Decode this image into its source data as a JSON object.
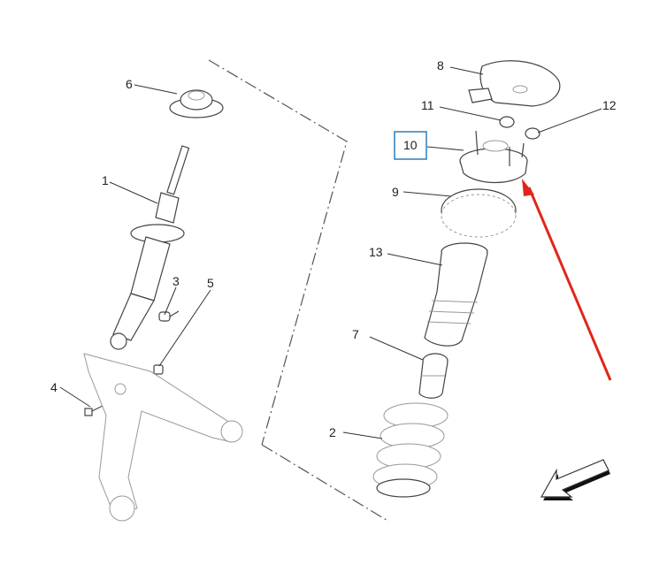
{
  "callouts": [
    {
      "id": "1",
      "label": "1"
    },
    {
      "id": "2",
      "label": "2"
    },
    {
      "id": "3",
      "label": "3"
    },
    {
      "id": "4",
      "label": "4"
    },
    {
      "id": "5",
      "label": "5"
    },
    {
      "id": "6",
      "label": "6"
    },
    {
      "id": "7",
      "label": "7"
    },
    {
      "id": "8",
      "label": "8"
    },
    {
      "id": "9",
      "label": "9"
    },
    {
      "id": "10",
      "label": "10",
      "highlighted": true
    },
    {
      "id": "11",
      "label": "11"
    },
    {
      "id": "12",
      "label": "12"
    },
    {
      "id": "13",
      "label": "13"
    }
  ],
  "colors": {
    "highlight_box": "#2a7fc1",
    "pointer_arrow": "#e0261a",
    "line": "#444444",
    "direction_arrow_shadow": "#111111"
  },
  "icons": {
    "pointer": "red-pointer-arrow",
    "direction": "front-direction-arrow"
  }
}
